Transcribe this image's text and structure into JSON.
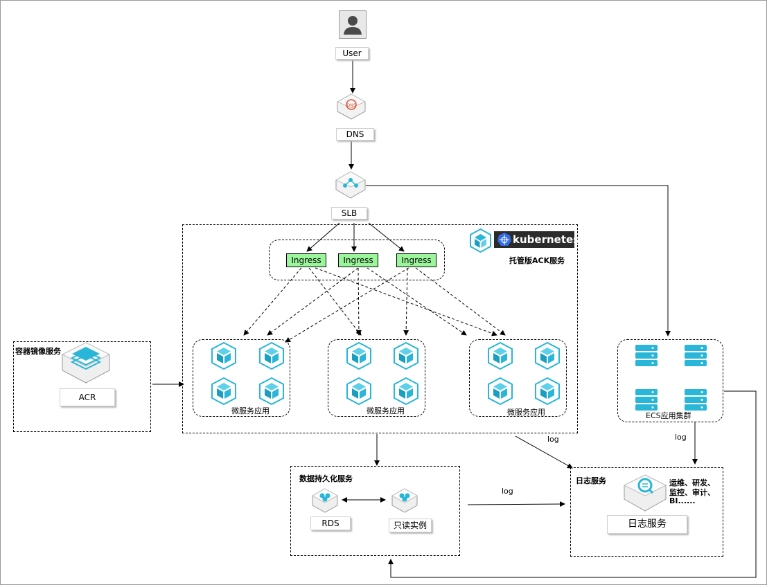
{
  "nodes": {
    "user": "User",
    "dns": "DNS",
    "slb": "SLB",
    "ingress": [
      "Ingress",
      "Ingress",
      "Ingress"
    ],
    "kubernetes_logo": "kubernetes",
    "ack": "托管版ACK服务",
    "microservice_groups": [
      "微服务应用",
      "微服务应用",
      "微服务应用"
    ],
    "acr_title": "容器镜像服务",
    "acr": "ACR",
    "ecs": "ECS应用集群",
    "persist_title": "数据持久化服务",
    "rds": "RDS",
    "readonly": "只读实例",
    "log_title": "日志服务",
    "log_service": "日志服务",
    "log_uses": [
      "运维、研发、",
      "监控、审计、",
      "BI......"
    ]
  },
  "edges": {
    "log_labels": [
      "log",
      "log",
      "log"
    ]
  },
  "colors": {
    "ingress_fill": "#9bf59b",
    "icon_cyan": "#29b6d8",
    "k8s_bg": "#2b2b2b",
    "k8s_blue": "#326ce5",
    "dns_red": "#e4502f"
  }
}
